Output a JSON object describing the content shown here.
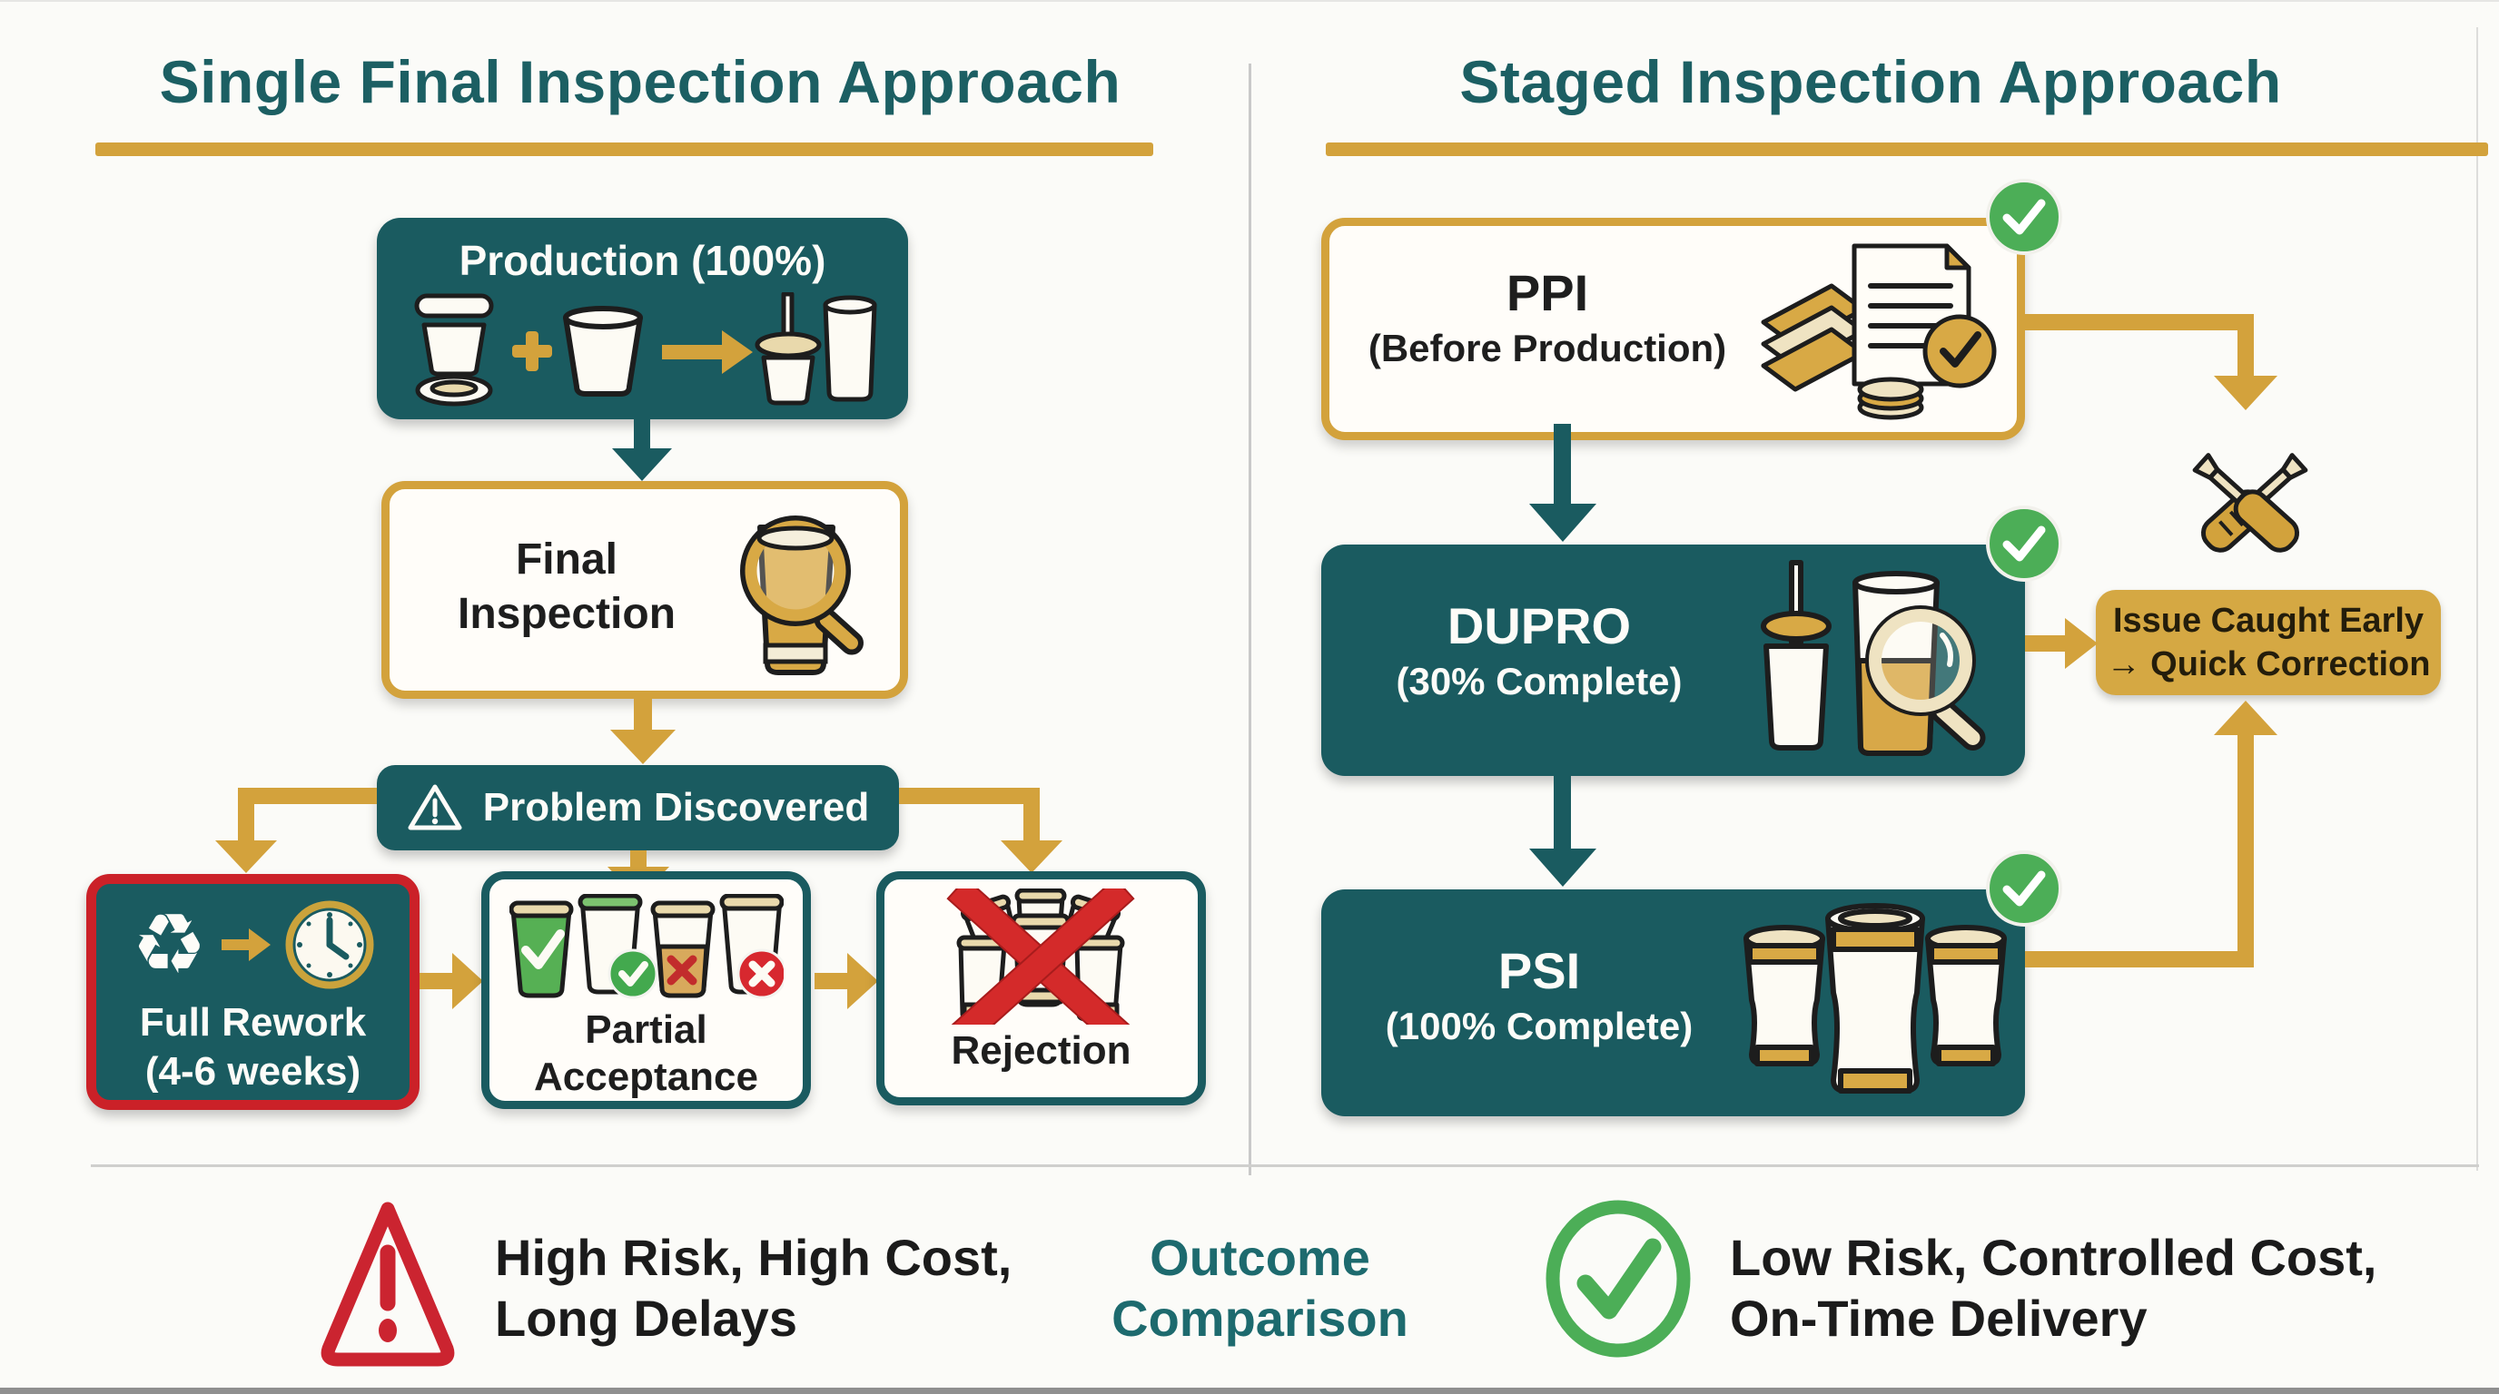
{
  "left_panel": {
    "title": "Single Final Inspection Approach",
    "production_label": "Production (100%)",
    "final_inspection_line1": "Final",
    "final_inspection_line2": "Inspection",
    "problem_label": "Problem Discovered",
    "full_rework_line1": "Full Rework",
    "full_rework_line2": "(4-6 weeks)",
    "partial_line1": "Partial",
    "partial_line2": "Acceptance",
    "rejection_label": "Rejection"
  },
  "right_panel": {
    "title": "Staged Inspection Approach",
    "stages": [
      {
        "name": "PPI",
        "phase": "(Before Production)"
      },
      {
        "name": "DUPRO",
        "phase": "(30% Complete)"
      },
      {
        "name": "PSI",
        "phase": "(100% Complete)"
      }
    ],
    "issue_line1": "Issue Caught Early",
    "issue_line2": "→ Quick Correction"
  },
  "footer": {
    "left_line1": "High Risk, High Cost,",
    "left_line2": "Long Delays",
    "center_line1": "Outcome",
    "center_line2": "Comparison",
    "right_line1": "Low Risk, Controlled Cost,",
    "right_line2": "On-Time Delivery"
  },
  "colors": {
    "teal": "#1a5b60",
    "gold": "#d3a23c",
    "red": "#cb2128",
    "green": "#4cae57",
    "cream": "#efe3c2",
    "dark_text": "#1e1e1e"
  }
}
